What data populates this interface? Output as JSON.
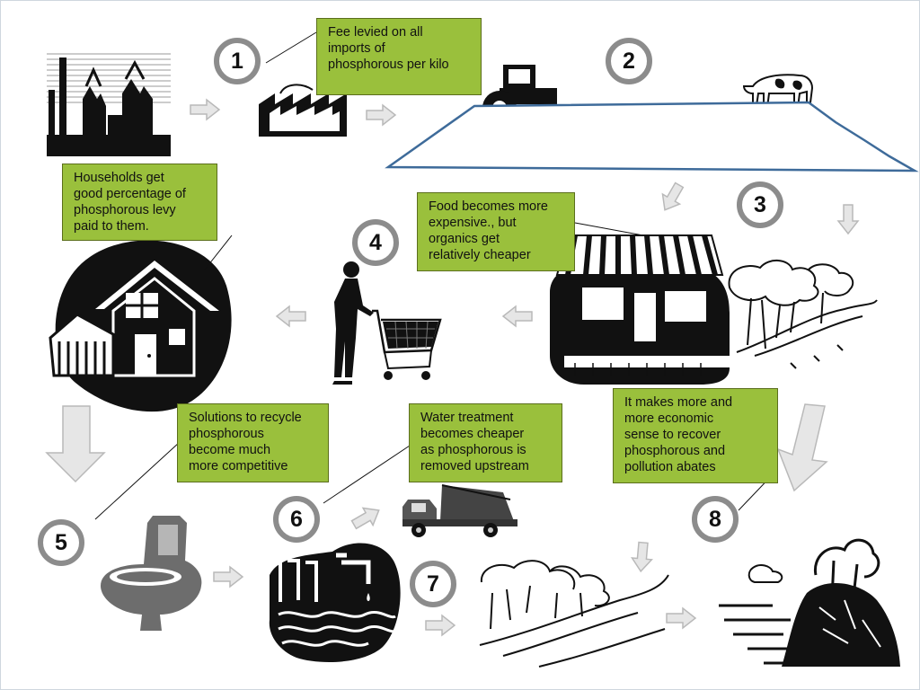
{
  "steps": [
    "1",
    "2",
    "3",
    "4",
    "5",
    "6",
    "7",
    "8"
  ],
  "callouts": {
    "fee": "Fee levied on all\nimports of\nphosphorous per kilo",
    "households": "Households get\ngood percentage of\nphosphorous levy\npaid to them.",
    "food": "Food becomes more\nexpensive., but\norganics get\nrelatively cheaper",
    "recycle": "Solutions to recycle\nphosphorous\nbecome much\nmore competitive",
    "water": "Water treatment\nbecomes cheaper\nas phosphorous is\nremoved upstream",
    "economic": "It makes more and\nmore economic\nsense to recover\nphosphorous and\npollution abates"
  },
  "colors": {
    "callout_fill": "#9ac03c",
    "badge_ring": "#8c8c8c",
    "arrow": "#cfcfcf",
    "field_line": "#3e6b9a"
  },
  "icons": [
    "mine-icon",
    "factory-icon",
    "tractor-icon",
    "cow-icon",
    "field-icon",
    "shop-icon",
    "trees-hill-icon",
    "shopper-cart-icon",
    "house-icon",
    "toilet-icon",
    "water-treatment-icon",
    "dump-truck-icon",
    "forest-river-icon",
    "lake-tree-icon"
  ]
}
